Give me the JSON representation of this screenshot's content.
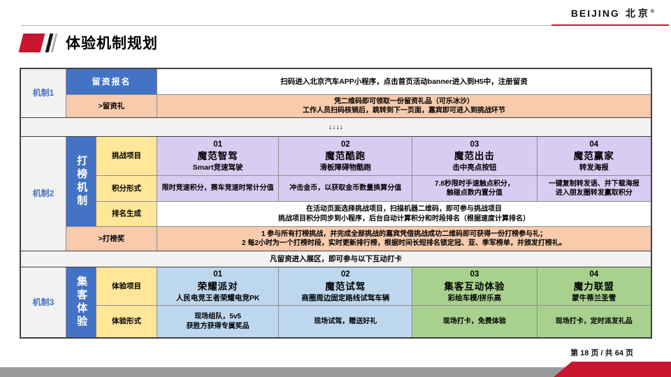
{
  "logo": {
    "latin": "BEIJING",
    "cn": "北京",
    "reg": "®"
  },
  "title": "体验机制规划",
  "colors": {
    "accent_red": "#c9152e",
    "header_blue": "#4472c4",
    "purple": "#d9ccf2",
    "peach": "#f8cbad",
    "yellow": "#ffe699",
    "light_blue": "#bdd7ee",
    "green": "#a9d18e",
    "label_gray": "#f2f2f2"
  },
  "table": {
    "mech1": {
      "label": "机制1",
      "signup_head": "留资报名",
      "signup_content": "扫码进入北京汽车APP小程序，点击首页活动banner进入到H5中，注册留资",
      "gift_head": ">留资礼",
      "gift_content": "凭二维码即可领取一份留资礼品（可乐冰沙）\n工作人员扫码核销后，跳转到下一页面，嘉宾即可进入到挑战环节"
    },
    "arrows": "↓↓↓↓",
    "mech2": {
      "label": "机制2",
      "vertical": "打榜机制",
      "row_labels": [
        "挑战项目",
        "积分形式",
        "排名生成"
      ],
      "challenges": [
        {
          "num": "01",
          "name": "魔范智驾",
          "sub": "Smart竞速驾驶",
          "score": "限时竞速积分，赛车竞速时常计分值"
        },
        {
          "num": "02",
          "name": "魔范酷跑",
          "sub": "滑板障碍物酷跑",
          "score": "冲击金币，以获取金币数量换算分值"
        },
        {
          "num": "03",
          "name": "魔范出击",
          "sub": "击中亮点按钮",
          "score": "7.8秒限时手速触点积分，\n触碰点数内置分值"
        },
        {
          "num": "04",
          "name": "魔范赢家",
          "sub": "转发海报",
          "score": "一键复制转发语、并下载海报\n进入朋友圈转发赢取积分"
        }
      ],
      "ranking": "在活动页面选择挑战项目，扫描机器二维码，即可参与挑战项目\n挑战项目积分同步到小程序，后台自动计算积分和时段排名（根据速度计算排名）",
      "award_label": ">打榜奖",
      "award": "1 参与所有打榜挑战，并完成全部挑战的嘉宾凭借挑战成功二维码即可获得一份打榜参与礼；\n2 每2小时为一个打榜时段，实时更新排行榜，根据时间长短排名锁定冠、亚、季军榜单，并颁发打榜礼。"
    },
    "bridge": "凡留资进入展区，即可参与以下互动打卡",
    "mech3": {
      "label": "机制3",
      "vertical": "集客体验",
      "row_labels": [
        "体验项目",
        "体验形式"
      ],
      "experiences": [
        {
          "num": "01",
          "name": "荣耀派对",
          "sub": "人民电竞王者荣耀电竞PK",
          "form": "现场组队，5v5\n获胜方获得专属奖品"
        },
        {
          "num": "02",
          "name": "魔范试驾",
          "sub": "商圈周边固定路线试驾车辆",
          "form": "现场试驾，赠送好礼"
        },
        {
          "num": "03",
          "name": "集客互动体验",
          "sub": "彩绘车模/拼乐高",
          "form": "现场打卡，免费体验"
        },
        {
          "num": "04",
          "name": "魔力联盟",
          "sub": "蒙牛蒂兰圣雪",
          "form": "现场打卡，定时派发礼品"
        }
      ]
    }
  },
  "footer": {
    "page_indicator": "第 18 页 / 共 64 页"
  }
}
